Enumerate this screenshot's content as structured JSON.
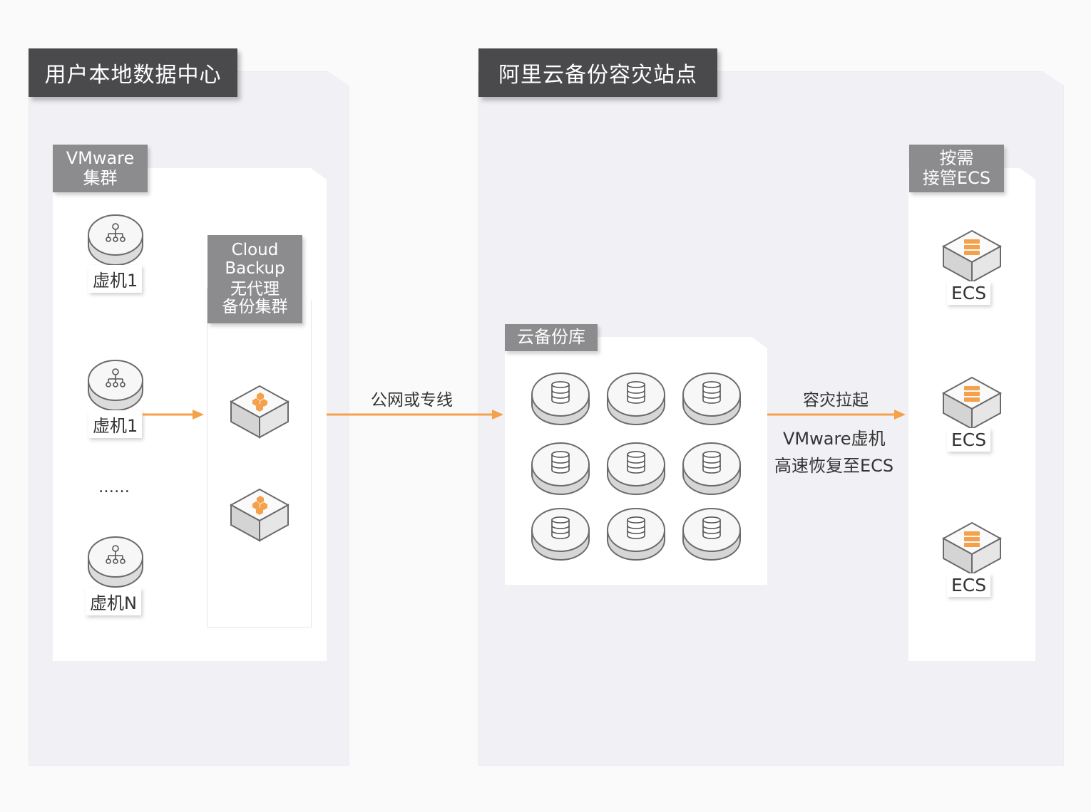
{
  "regions": {
    "local_dc": {
      "title": "用户本地数据中心"
    },
    "aliyun_site": {
      "title": "阿里云备份容灾站点"
    }
  },
  "vmware_cluster": {
    "tag_line1": "VMware",
    "tag_line2": "集群",
    "vms": [
      {
        "label": "虚机1"
      },
      {
        "label": "虚机1"
      },
      {
        "label": "虚机N"
      }
    ],
    "ellipsis": "……"
  },
  "backup_cluster": {
    "tag_line1": "Cloud",
    "tag_line2": "Backup",
    "tag_line3": "无代理",
    "tag_line4": "备份集群"
  },
  "links": {
    "network": "公网或专线",
    "recovery_title": "容灾拉起",
    "recovery_line1": "VMware虚机",
    "recovery_line2": "高速恢复至ECS"
  },
  "vault": {
    "tag": "云备份库"
  },
  "ecs_group": {
    "tag_line1": "按需",
    "tag_line2": "接管ECS",
    "instances": [
      {
        "label": "ECS"
      },
      {
        "label": "ECS"
      },
      {
        "label": "ECS"
      }
    ]
  },
  "colors": {
    "accent": "#f5a04a",
    "title_bg": "#4a4a4d",
    "tag_bg": "#8c8c8f",
    "region_bg": "#f1f1f5"
  }
}
